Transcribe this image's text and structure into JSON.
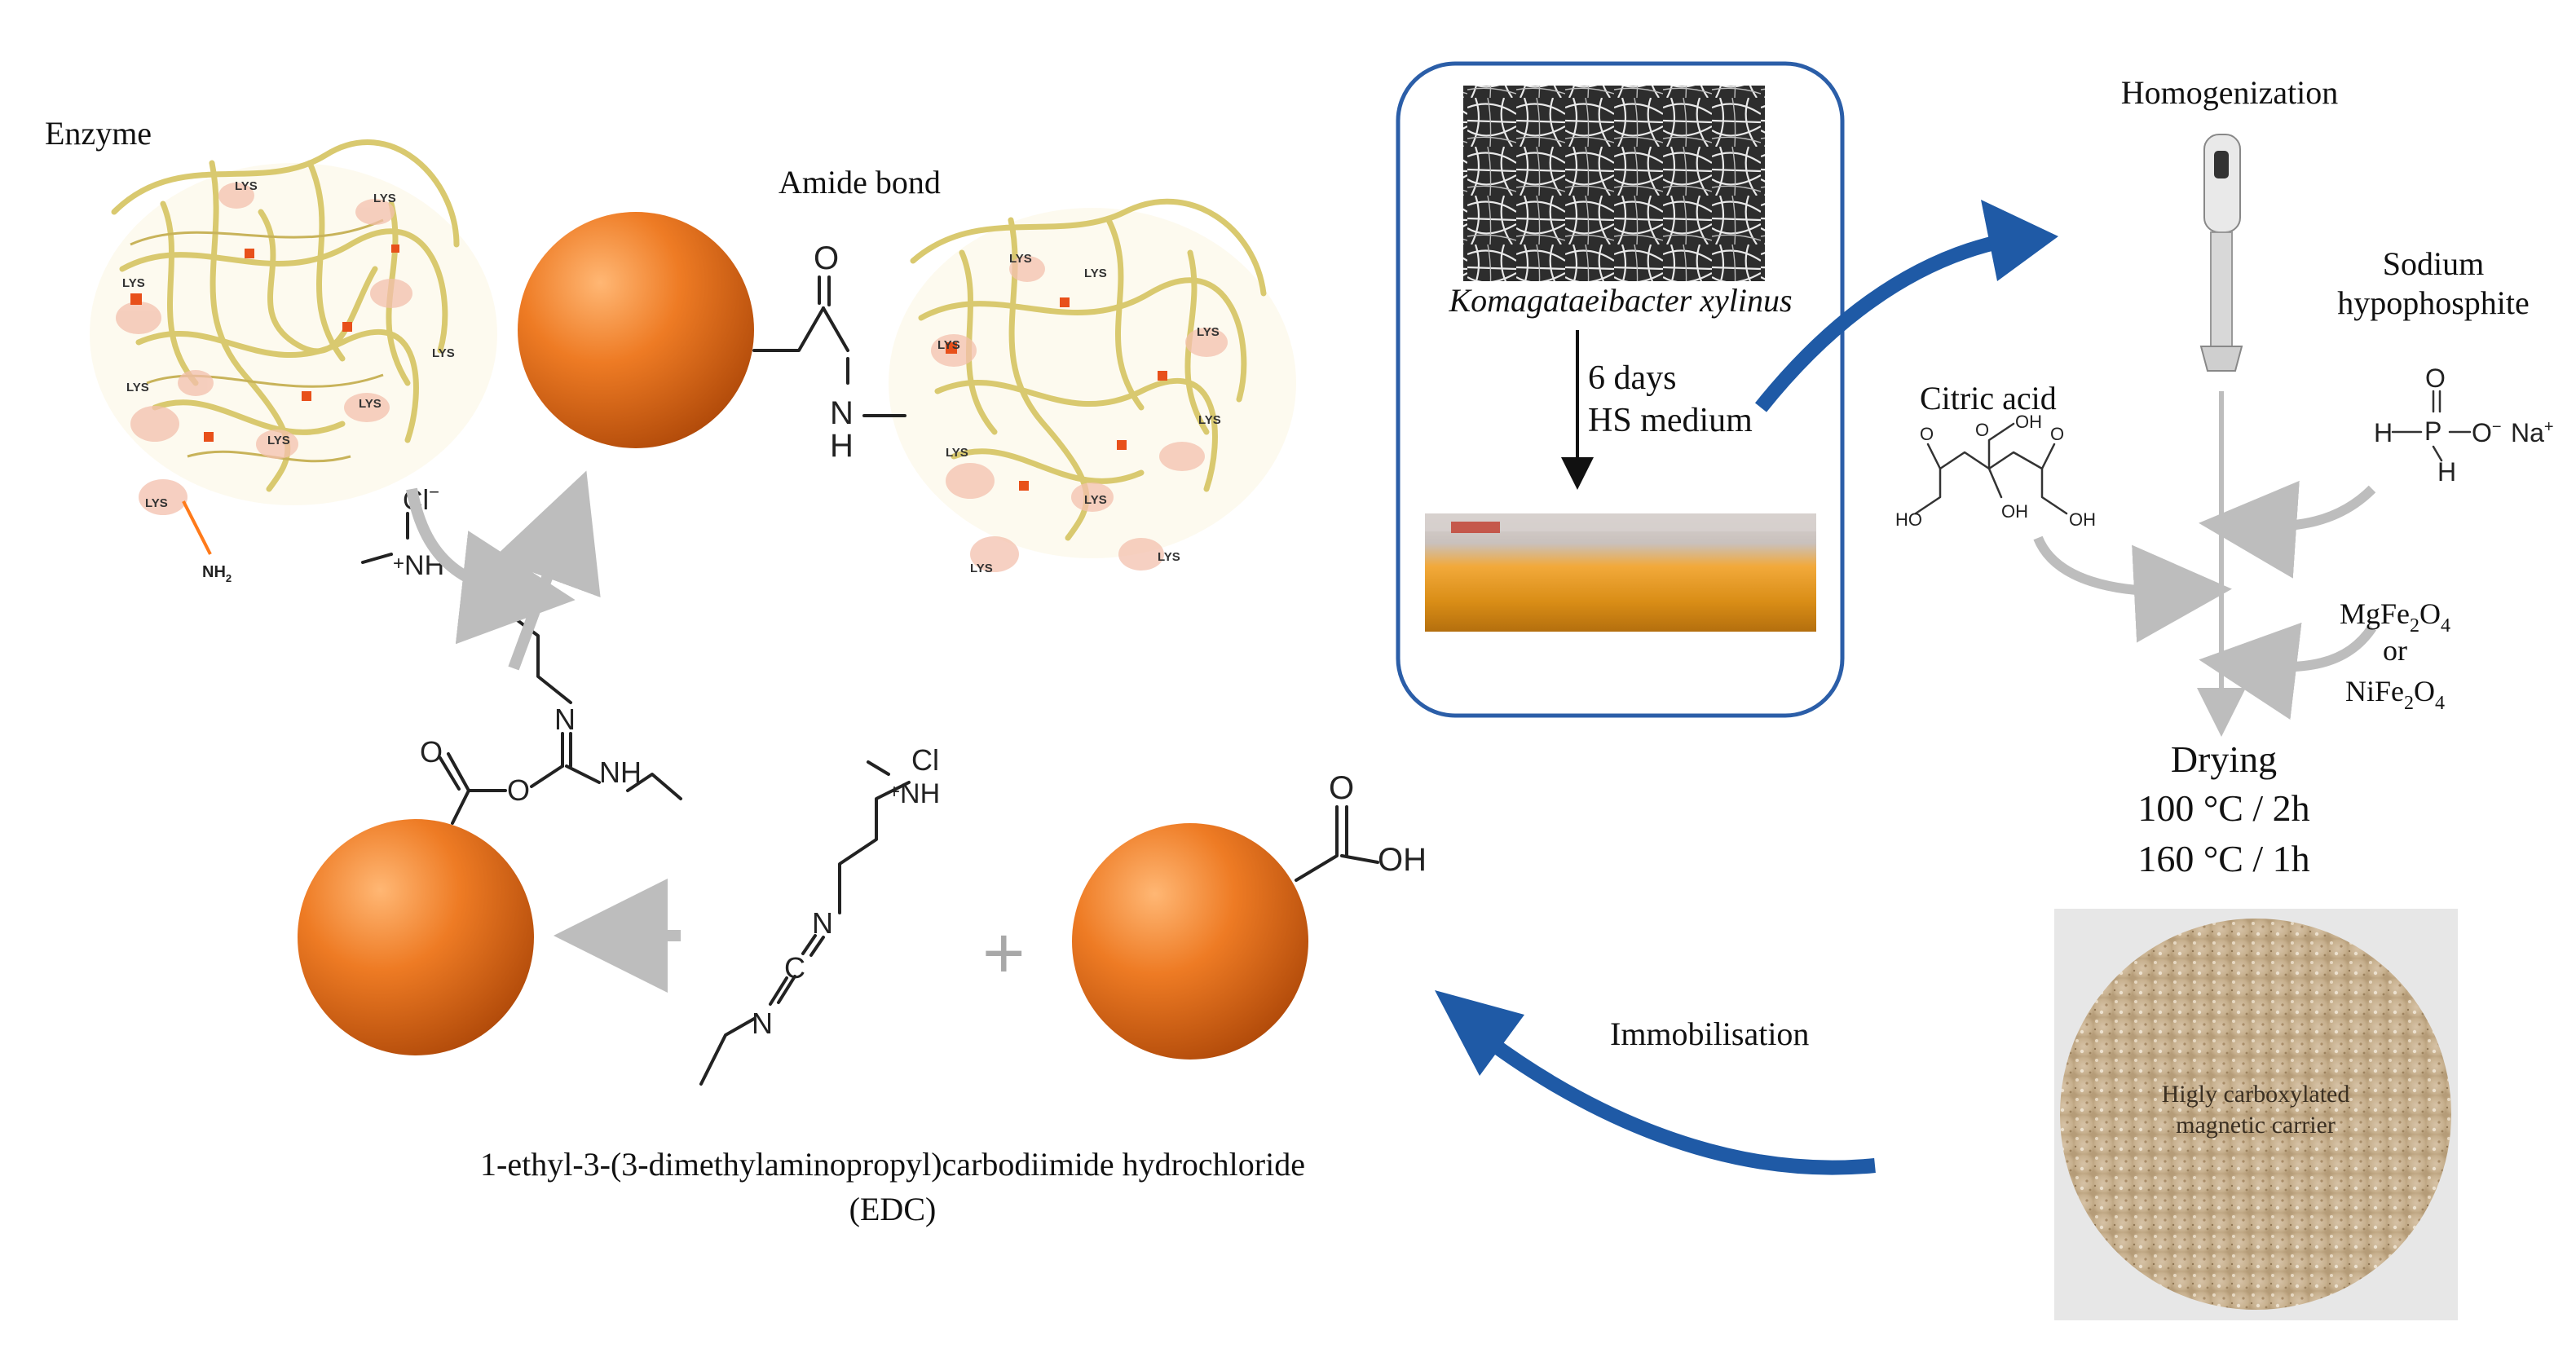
{
  "labels": {
    "enzyme": "Enzyme",
    "amide_bond": "Amide bond",
    "homogenization": "Homogenization",
    "sodium_hypophosphite_line1": "Sodium",
    "sodium_hypophosphite_line2": "hypophosphite",
    "citric_acid": "Citric acid",
    "bacteria_name": "Komagataeibacter xylinus",
    "culture_time": "6 days",
    "culture_medium": "HS medium",
    "drying": "Drying",
    "drying_step1": "100 °C / 2h",
    "drying_step2": "160 °C / 1h",
    "immobilisation": "Immobilisation",
    "edc_full": "1-ethyl-3-(3-dimethylaminopropyl)carbodiimide  hydrochloride",
    "edc_abbr": "(EDC)",
    "carrier_line1": "Higly carboxylated",
    "carrier_line2": "magnetic carrier",
    "plus": "+",
    "ferrite_or": "or"
  },
  "chem": {
    "nh2": "NH",
    "nh2_sub": "2",
    "cl_minus": "Cl",
    "cl_minus_sup": "−",
    "cl": "Cl",
    "plus_nh": "NH",
    "plus_sign": "+",
    "nh": "NH",
    "n": "N",
    "h": "H",
    "o": "O",
    "oh": "OH",
    "ho": "HO",
    "c": "C",
    "p": "P",
    "o_minus": "O",
    "minus": "−",
    "na_plus": "Na",
    "mgfe2o4": "MgFe",
    "nife2o4": "NiFe",
    "fe_sub2": "2",
    "o4": "O",
    "o_sub4": "4",
    "lys": "LYS"
  },
  "colors": {
    "bead": "#e8731f",
    "bead_dark": "#b84e0a",
    "bead_light": "#ffae6a",
    "process_arrow": "#1f5aa6",
    "reaction_arrow": "#bdbdbd",
    "frame_border": "#2b5ea8",
    "ribbon": "#e8dc8a",
    "ribbon_edge": "#bfae4f",
    "lysine_glow": "#f3c0ad"
  }
}
